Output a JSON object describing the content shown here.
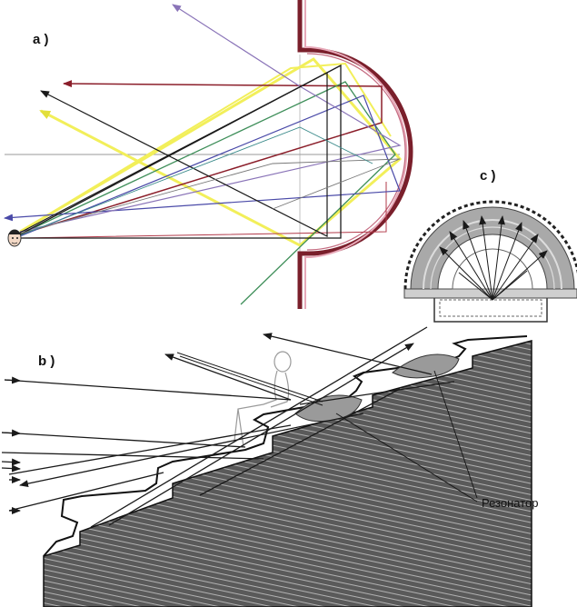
{
  "labels": {
    "panel_a": "a )",
    "panel_b": "b )",
    "panel_c": "c )",
    "resonator": "Резонатор"
  },
  "colors": {
    "wall_maroon": "#7a1f2b",
    "wall_pink": "#e7a8b8",
    "ray_yellow": "#f2ef5a",
    "ray_dark_red": "#8b1e2a",
    "ray_green": "#3f8f5a",
    "ray_blue": "#4a4aa8",
    "ray_purple": "#8a74b8",
    "ray_black": "#1a1a1a",
    "step_fill": "#555555",
    "theatre_grey": "#a9a9a9"
  }
}
